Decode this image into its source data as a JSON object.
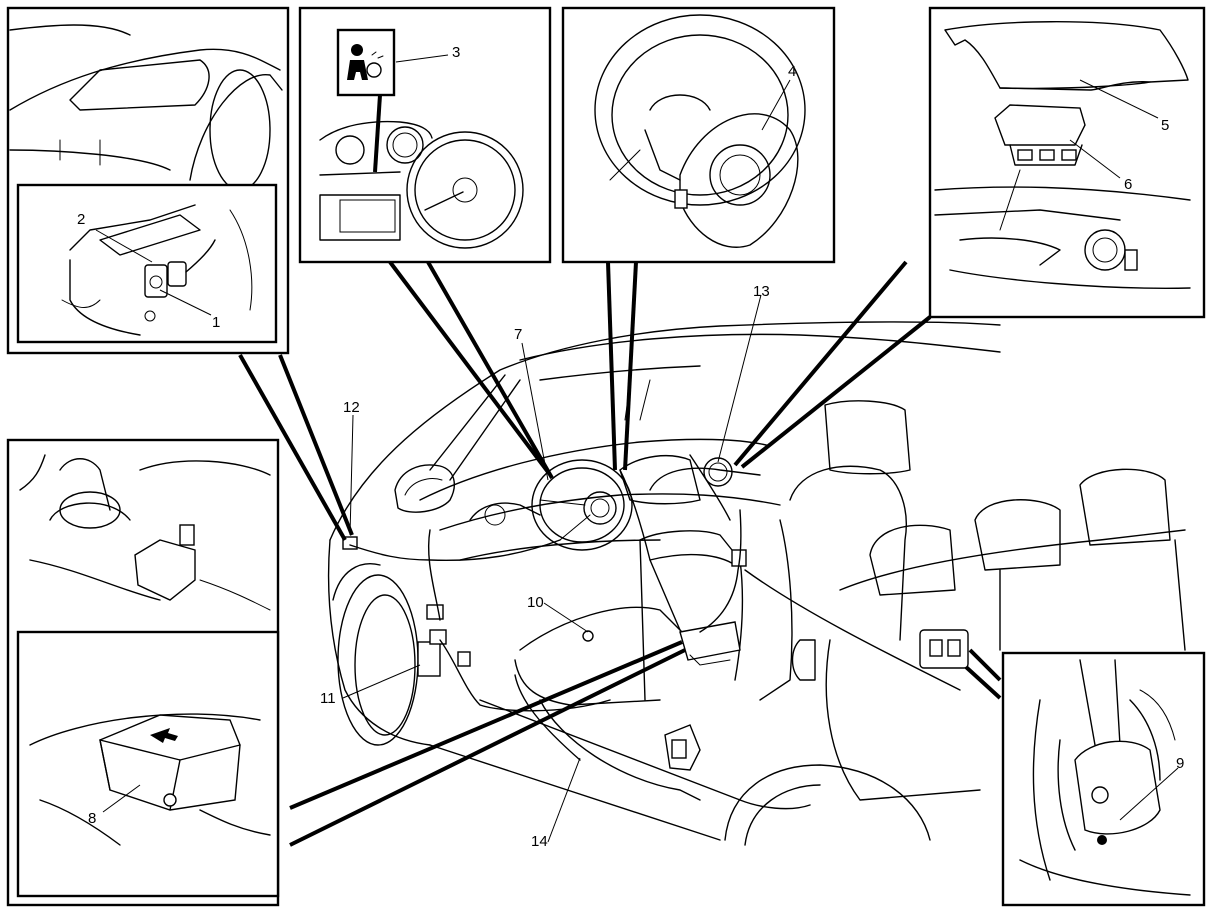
{
  "callouts": {
    "c1": "1",
    "c2": "2",
    "c3": "3",
    "c4": "4",
    "c5": "5",
    "c6": "6",
    "c7": "7",
    "c8": "8",
    "c9": "9",
    "c10": "10",
    "c11": "11",
    "c12": "12",
    "c13": "13",
    "c14": "14"
  },
  "icons": {
    "airbag_warning": "airbag-warning-icon",
    "arrow": "arrow-icon"
  }
}
